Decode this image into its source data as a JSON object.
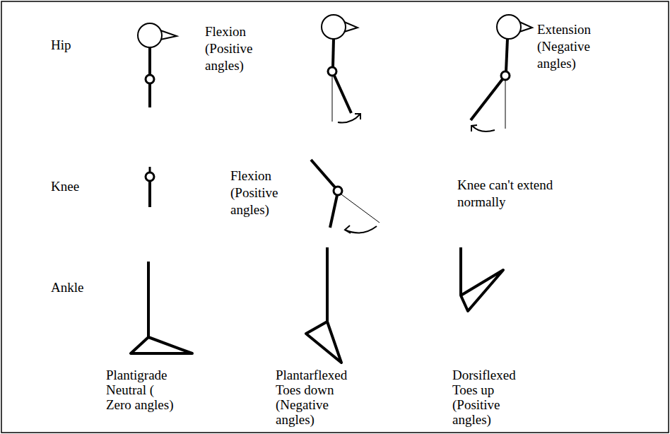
{
  "diagram": {
    "labels": [
      "Hip",
      "Flexion (Positive angles)",
      "Extension (Negative angles)",
      "Knee",
      "Flexion (Positive angles)",
      "Knee can't extend normally",
      "Ankle",
      "Plantigrade Neutral ( Zero angles)",
      "Plantarflexed Toes down (Negative angles)",
      "Dorsiflexed Toes up (Positive angles)"
    ]
  }
}
